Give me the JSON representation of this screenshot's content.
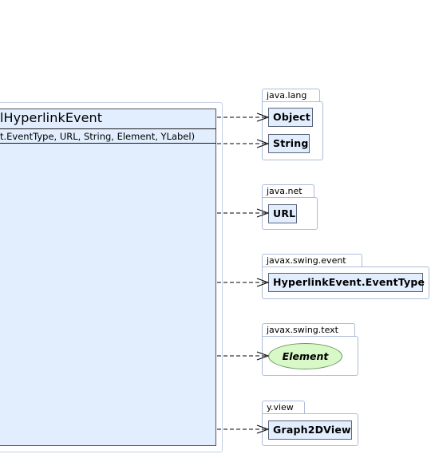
{
  "main_class": {
    "title": "lHyperlinkEvent",
    "constructor": "t.EventType, URL, String, Element, YLabel)"
  },
  "packages": [
    {
      "name": "java.lang",
      "classes": [
        "Object",
        "String"
      ]
    },
    {
      "name": "java.net",
      "classes": [
        "URL"
      ]
    },
    {
      "name": "javax.swing.event",
      "classes": [
        "HyperlinkEvent.EventType"
      ]
    },
    {
      "name": "javax.swing.text",
      "interfaces": [
        "Element"
      ]
    },
    {
      "name": "y.view",
      "classes": [
        "Graph2DView"
      ]
    }
  ],
  "colors": {
    "class_fill": "#e2eefe",
    "interface_fill": "#d8f8c8",
    "package_border": "#aebcd8"
  }
}
